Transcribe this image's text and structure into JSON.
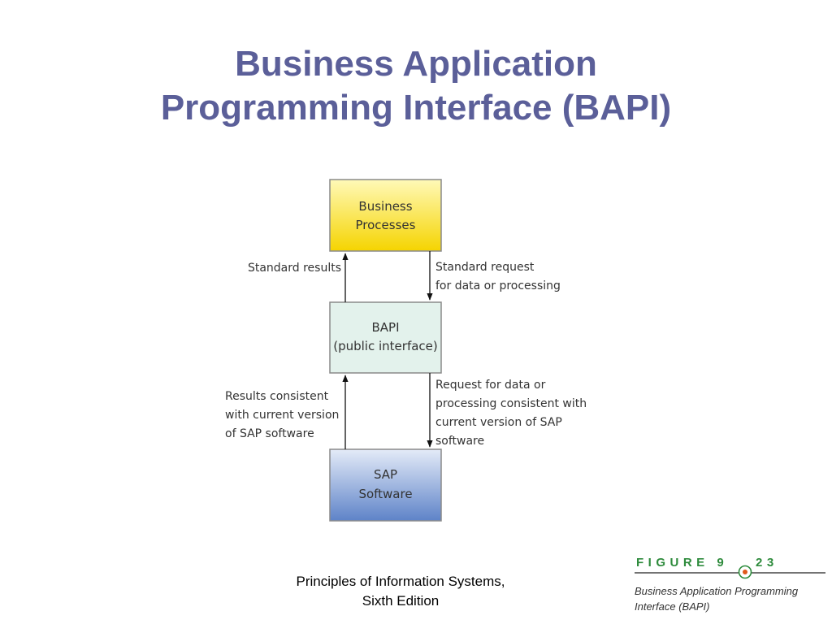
{
  "slide": {
    "title_line1": "Business Application",
    "title_line2": "Programming Interface (BAPI)"
  },
  "diagram": {
    "boxes": {
      "business": {
        "lines": [
          "Business",
          "Processes"
        ],
        "fill_top": "#fff9b8",
        "fill_bottom": "#f5d400"
      },
      "bapi": {
        "lines": [
          "BAPI",
          "(public interface)"
        ],
        "fill": "#e3f2ec"
      },
      "sap": {
        "lines": [
          "SAP",
          "Software"
        ],
        "fill_top": "#e4ebf8",
        "fill_bottom": "#5e83c8"
      }
    },
    "edges": {
      "standard_results": [
        "Standard results"
      ],
      "standard_request": [
        "Standard request",
        "for data or processing"
      ],
      "results_consistent": [
        "Results consistent",
        "with current version",
        "of SAP software"
      ],
      "request_consistent": [
        "Request for data or",
        "processing consistent with",
        "current version of SAP",
        "software"
      ]
    }
  },
  "figure": {
    "label_left": "FIGURE 9",
    "label_right": "23",
    "caption_line1": "Business Application Programming",
    "caption_line2": "Interface (BAPI)",
    "accent_color": "#2e8b3c",
    "dot_color": "#e05a1c"
  },
  "footer": {
    "line1": "Principles of Information Systems,",
    "line2": "Sixth Edition"
  },
  "colors": {
    "title": "#5b5f99"
  }
}
